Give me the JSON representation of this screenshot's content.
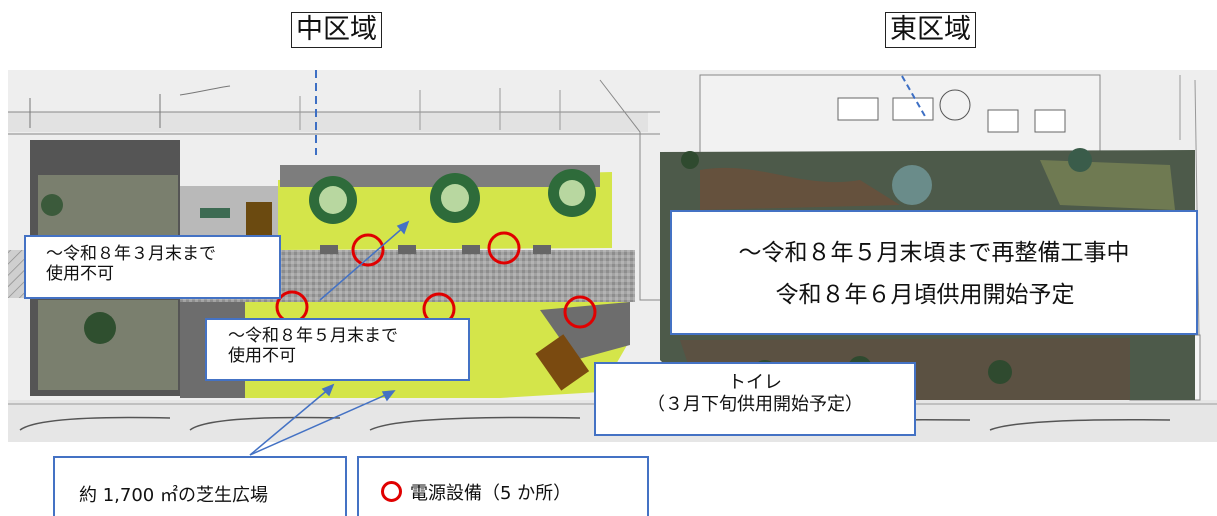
{
  "districts": {
    "central": "中区域",
    "east": "東区域"
  },
  "callouts": {
    "central_upper": {
      "line1": "～令和８年３月末まで",
      "line2": "使用不可"
    },
    "central_lower": {
      "line1": "～令和８年５月末まで",
      "line2": "使用不可"
    },
    "east": {
      "line1": "～令和８年５月末頃まで再整備工事中",
      "line2": "令和８年６月頃供用開始予定"
    },
    "toilet": {
      "line1": "トイレ",
      "line2": "（３月下旬供用開始予定）"
    }
  },
  "legend": {
    "lawn": "約 1,700 ㎡の芝生広場",
    "power": "電源設備（5 か所）",
    "power_marker_color": "#e00000"
  },
  "colors": {
    "lawn": "#d4e54a",
    "paving": "#9c9c9c",
    "callout_border": "#4472c4",
    "east_park": "#4d5a4a"
  }
}
